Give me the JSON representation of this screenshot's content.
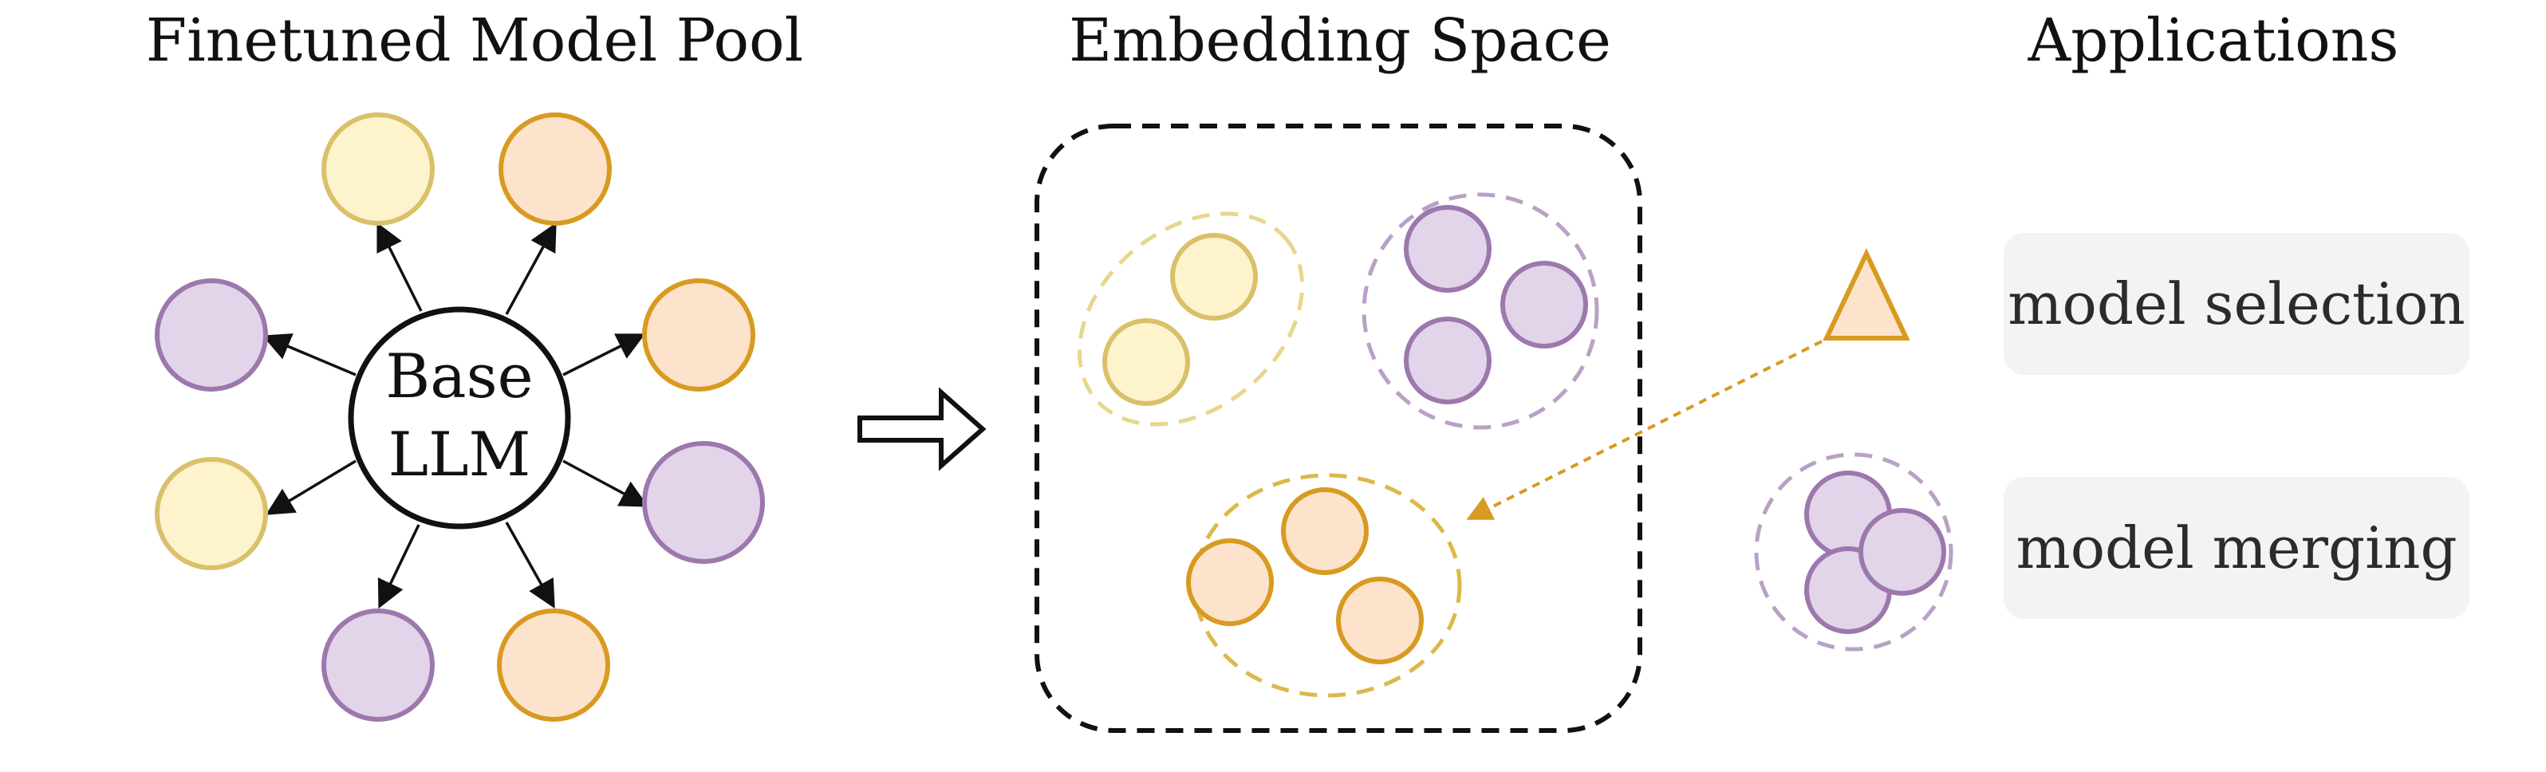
{
  "titles": {
    "pool": "Finetuned Model Pool",
    "embedding": "Embedding Space",
    "applications": "Applications"
  },
  "base_model": {
    "line1": "Base",
    "line2": "LLM"
  },
  "applications": {
    "selection": "model selection",
    "merging": "model merging"
  },
  "colors": {
    "yellow_fill": "#fdf3cc",
    "yellow_stroke": "#d9c06a",
    "orange_fill": "#fde3cc",
    "orange_stroke": "#d89a20",
    "purple_fill": "#e2d4e9",
    "purple_stroke": "#9c78ad",
    "box_fill": "#f3f3f3"
  }
}
